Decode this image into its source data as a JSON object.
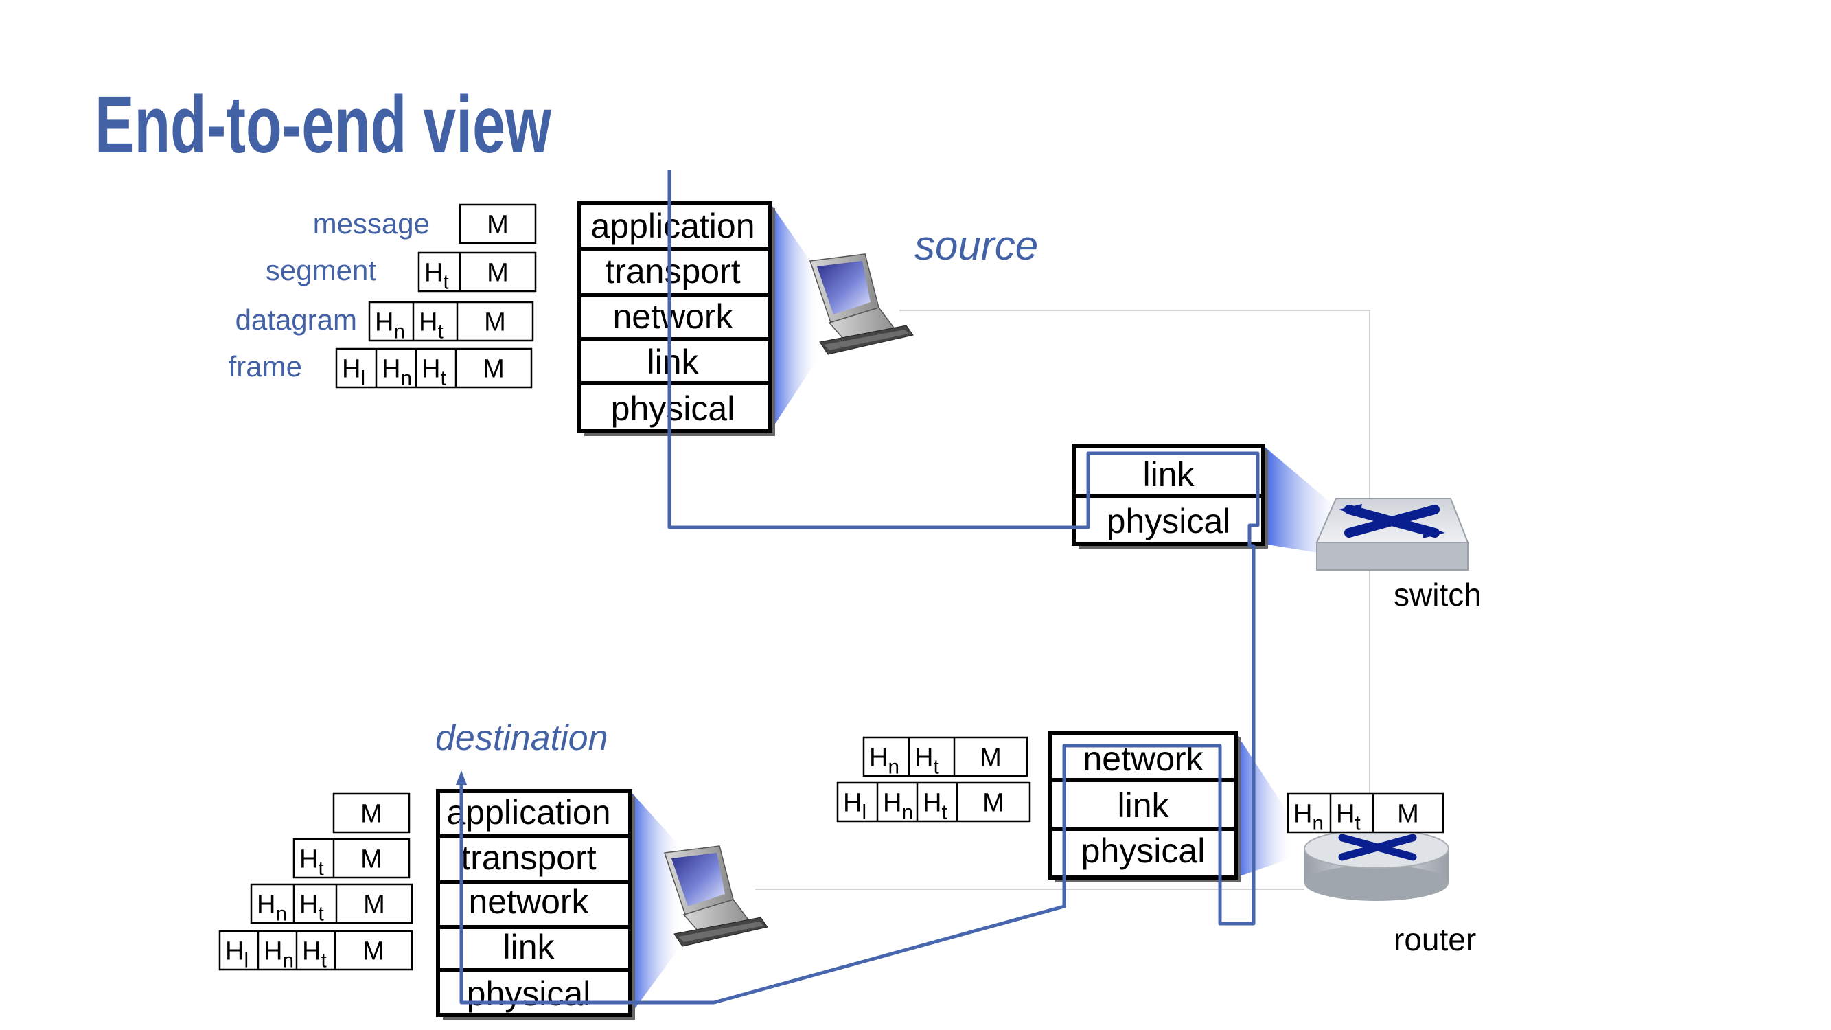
{
  "title": "End-to-end view",
  "colors": {
    "accent": "#4361a5",
    "path": "#4766ad",
    "box_border": "#000000",
    "device_dark": "#0a1f8f"
  },
  "source_label": "source",
  "destination_label": "destination",
  "switch_label": "switch",
  "router_label": "router",
  "encapsulation_labels": {
    "message": "message",
    "segment": "segment",
    "datagram": "datagram",
    "frame": "frame"
  },
  "header_labels": {
    "transport": "t",
    "network": "n",
    "link": "l"
  },
  "header_prefix": "H",
  "payload": "M",
  "source_stack": [
    "application",
    "transport",
    "network",
    "link",
    "physical"
  ],
  "switch_stack": [
    "link",
    "physical"
  ],
  "router_stack": [
    "network",
    "link",
    "physical"
  ],
  "destination_stack": [
    "application",
    "transport",
    "network",
    "link",
    "physical"
  ],
  "icons": {
    "source_host": "desktop-computer-icon",
    "destination_host": "desktop-computer-icon",
    "switch": "switch-icon",
    "router": "router-icon"
  }
}
